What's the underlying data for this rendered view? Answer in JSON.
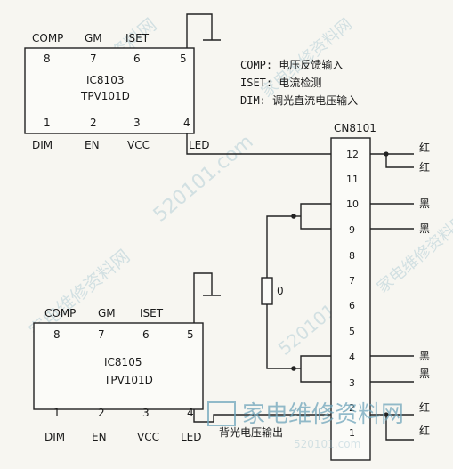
{
  "ic_top": {
    "ref": "IC8103",
    "part": "TPV101D",
    "pins_top": [
      {
        "name": "COMP",
        "num": "8"
      },
      {
        "name": "GM",
        "num": "7"
      },
      {
        "name": "ISET",
        "num": "6"
      },
      {
        "name": "",
        "num": "5"
      }
    ],
    "pins_bottom": [
      {
        "name": "DIM",
        "num": "1"
      },
      {
        "name": "EN",
        "num": "2"
      },
      {
        "name": "VCC",
        "num": "3"
      },
      {
        "name": "LED",
        "num": "4"
      }
    ]
  },
  "ic_bottom": {
    "ref": "IC8105",
    "part": "TPV101D",
    "pins_top": [
      {
        "name": "COMP",
        "num": "8"
      },
      {
        "name": "GM",
        "num": "7"
      },
      {
        "name": "ISET",
        "num": "6"
      },
      {
        "name": "",
        "num": "5"
      }
    ],
    "pins_bottom": [
      {
        "name": "DIM",
        "num": "1"
      },
      {
        "name": "EN",
        "num": "2"
      },
      {
        "name": "VCC",
        "num": "3"
      },
      {
        "name": "LED",
        "num": "4"
      }
    ]
  },
  "legend": [
    "COMP: 电压反馈输入",
    "ISET: 电流检测",
    "DIM: 调光直流电压输入"
  ],
  "connector": {
    "ref": "CN8101",
    "pins": [
      "12",
      "11",
      "10",
      "9",
      "8",
      "7",
      "6",
      "5",
      "4",
      "3",
      "2",
      "1"
    ]
  },
  "wire_colors": {
    "red1": "红",
    "red2": "红",
    "black1": "黑",
    "black2": "黑",
    "black3": "黑",
    "black4": "黑",
    "red3": "红",
    "red4": "红"
  },
  "resistor_value": "0",
  "note": "背光电压输出",
  "watermark": {
    "logo": "家电维修资料网",
    "url": "520101.com",
    "repeat": "家电维修资料网"
  }
}
